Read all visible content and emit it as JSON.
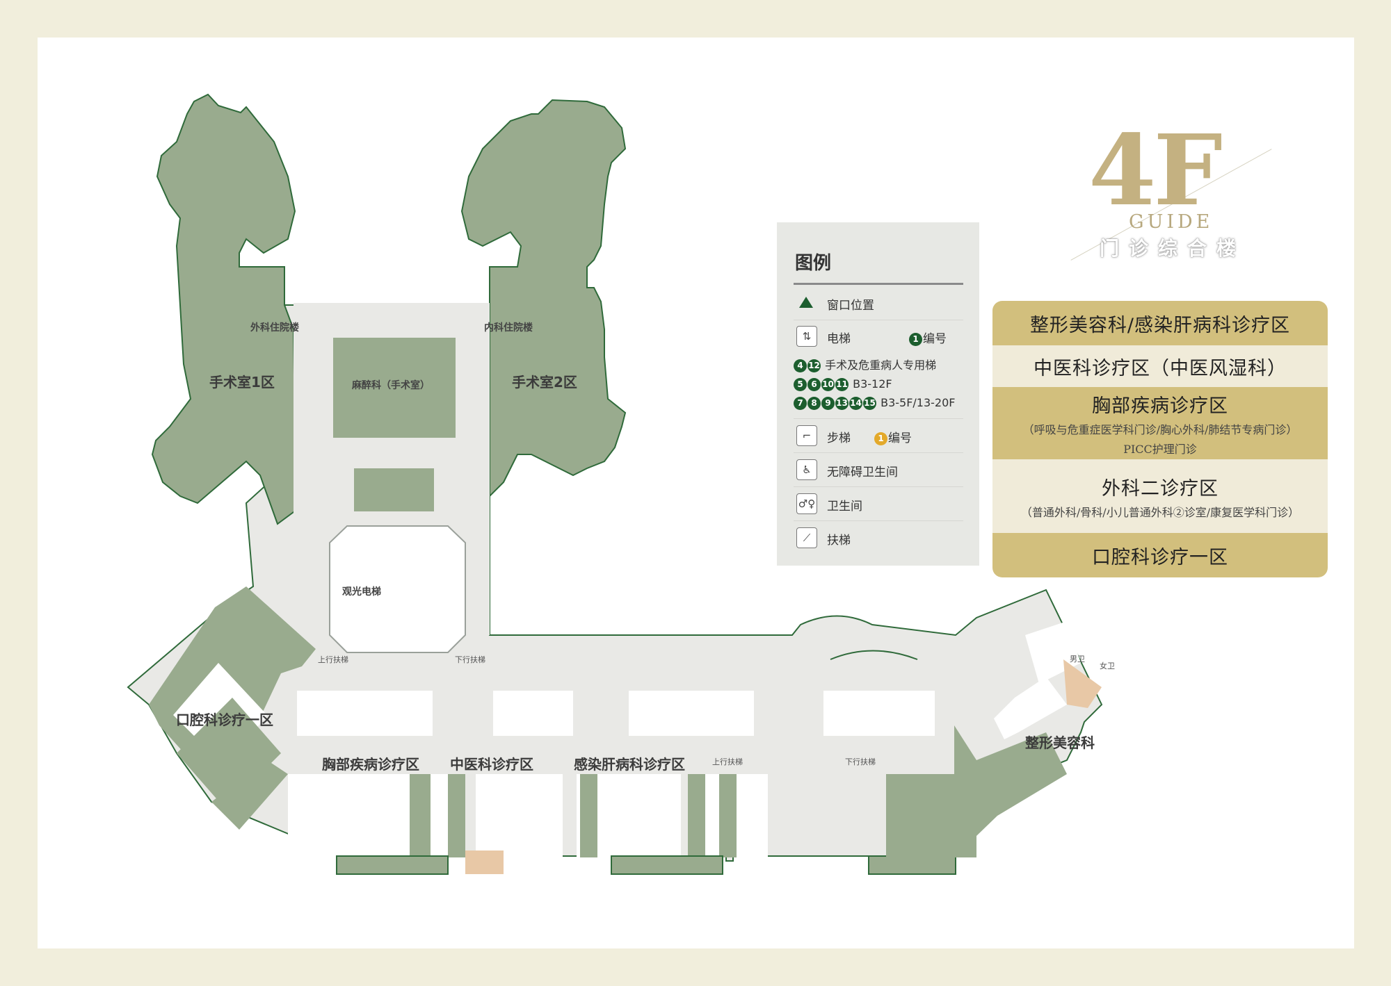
{
  "floor": {
    "number": "4F",
    "guide": "GUIDE",
    "building": "门诊综合楼"
  },
  "legend": {
    "title": "图例",
    "window": "窗口位置",
    "elevator": "电梯",
    "number_label": "编号",
    "surgery_elevator": "手术及危重病人专用梯",
    "range_a": "B3-12F",
    "range_b": "B3-5F/13-20F",
    "stairs": "步梯",
    "accessible_wc": "无障碍卫生间",
    "wc": "卫生间",
    "escalator": "扶梯",
    "dots": {
      "one": "1",
      "four": "4",
      "twelve": "12",
      "five": "5",
      "six": "6",
      "ten": "10",
      "eleven": "11",
      "seven": "7",
      "eight": "8",
      "nine": "9",
      "thirteen": "13",
      "fourteen": "14",
      "fifteen": "15"
    }
  },
  "directory": [
    {
      "title": "整形美容科/感染肝病科诊疗区",
      "sub": ""
    },
    {
      "title": "中医科诊疗区（中医风湿科）",
      "sub": ""
    },
    {
      "title": "胸部疾病诊疗区",
      "sub": "（呼吸与危重症医学科门诊/胸心外科/肺结节专病门诊）",
      "sub2": "PICC护理门诊"
    },
    {
      "title": "外科二诊疗区",
      "sub": "（普通外科/骨科/小儿普通外科②诊室/康复医学科门诊）"
    },
    {
      "title": "口腔科诊疗一区",
      "sub": ""
    }
  ],
  "map": {
    "or1": "手术室1区",
    "or2": "手术室2区",
    "anesthesia": "麻醉科（手术室）",
    "surgical_ward": "外科住院楼",
    "medical_ward": "内科住院楼",
    "sightseeing_elevator": "观光电梯",
    "dental": "口腔科诊疗一区",
    "chest": "胸部疾病诊疗区",
    "tcm": "中医科诊疗区",
    "infection": "感染肝病科诊疗区",
    "plastic": "整形美容科",
    "up_escalator": "上行扶梯",
    "down_escalator": "下行扶梯",
    "male": "男卫",
    "female": "女卫"
  },
  "colors": {
    "zone": "#9aac8f",
    "corridor": "#ececea",
    "outline": "#2f6a3a",
    "gold": "#d2bf7d",
    "background": "#f1eedc"
  }
}
